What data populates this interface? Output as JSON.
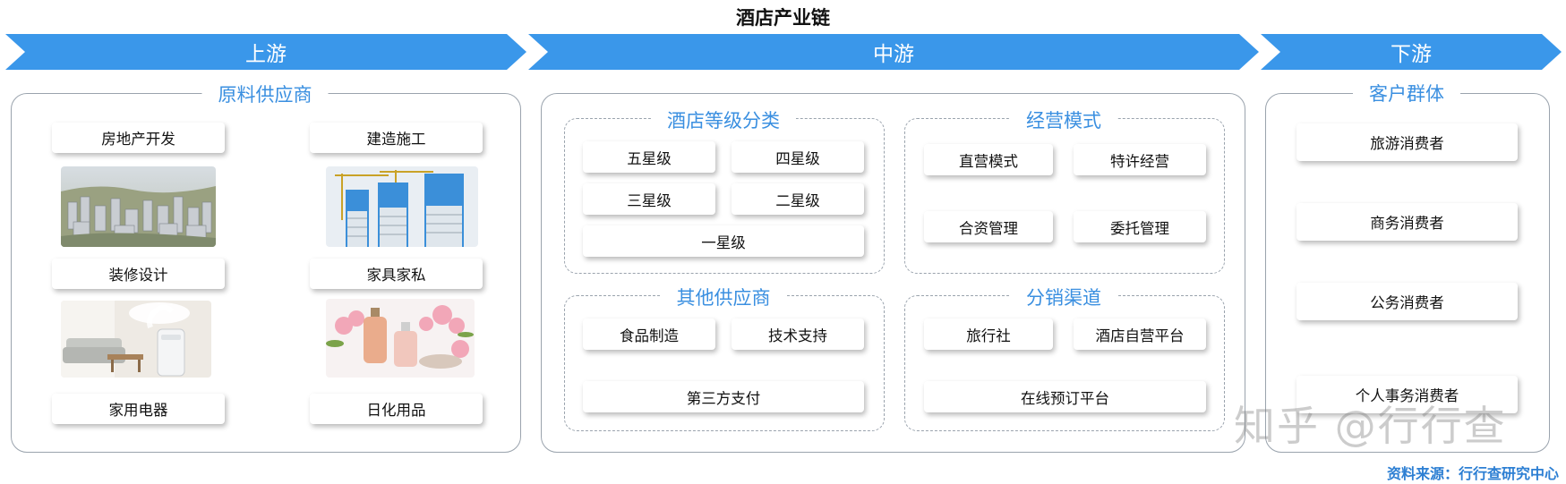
{
  "title": "酒店产业链",
  "stages": {
    "upstream": "上游",
    "midstream": "中游",
    "downstream": "下游"
  },
  "upstream": {
    "title": "原料供应商",
    "items": [
      "房地产开发",
      "建造施工",
      "装修设计",
      "家具家私",
      "家用电器",
      "日化用品"
    ]
  },
  "midstream": {
    "hotel_levels": {
      "title": "酒店等级分类",
      "items": [
        "五星级",
        "四星级",
        "三星级",
        "二星级",
        "一星级"
      ]
    },
    "business_model": {
      "title": "经营模式",
      "items": [
        "直营模式",
        "特许经营",
        "合资管理",
        "委托管理"
      ]
    },
    "other_suppliers": {
      "title": "其他供应商",
      "items": [
        "食品制造",
        "技术支持",
        "第三方支付"
      ]
    },
    "distribution": {
      "title": "分销渠道",
      "items": [
        "旅行社",
        "酒店自营平台",
        "在线预订平台"
      ]
    }
  },
  "downstream": {
    "title": "客户群体",
    "items": [
      "旅游消费者",
      "商务消费者",
      "公务消费者",
      "个人事务消费者"
    ]
  },
  "source": "资料来源：行行查研究中心",
  "watermark": "知乎 @行行查",
  "colors": {
    "accent": "#3a97ea",
    "title_blue": "#3a8fe0",
    "border": "#9aa3ad"
  }
}
